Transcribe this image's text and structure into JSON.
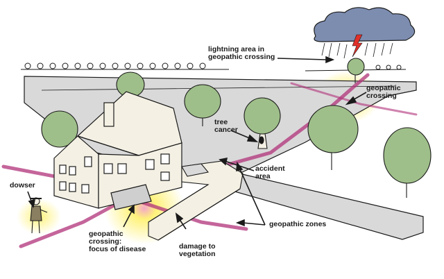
{
  "labels": {
    "lightning_area": [
      "lightning area in",
      "geopathic crossing"
    ],
    "geopathic_crossing_top": [
      "geopathic",
      "crossing"
    ],
    "tree_cancer": [
      "tree",
      "cancer"
    ],
    "accident_area": [
      "accident",
      "area"
    ],
    "dowser": [
      "dowser"
    ],
    "geopathic_zones": [
      "geopathic zones"
    ],
    "geopathic_crossing_disease": [
      "geopathic",
      "crossing:",
      "focus of disease"
    ],
    "damage_to_vegetation": [
      "damage to",
      "vegetation"
    ]
  },
  "colors": {
    "ink": "#1a1a1a",
    "road": "#d9d9d9",
    "zone_stripe": "#b0317a",
    "glow": "#fff27a",
    "glow_core": "#f3a8c8",
    "tree": "#9fbf8a",
    "cloud": "#7d8db0",
    "lightning": "#e0302a",
    "house_wall": "#f4f0e4"
  }
}
